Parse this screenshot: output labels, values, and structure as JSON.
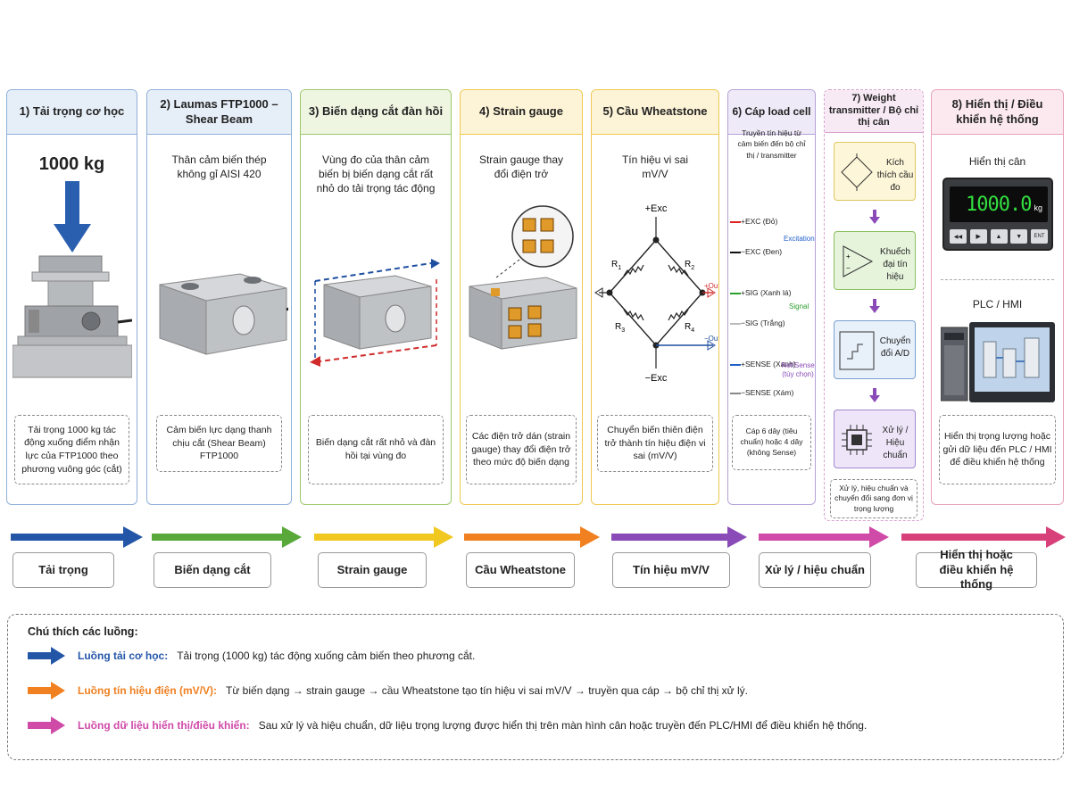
{
  "panels": [
    {
      "id": "1",
      "title": "1) Tải trọng cơ học",
      "weight_label": "1000 kg",
      "note": "Tải trọng 1000 kg tác động xuống điểm nhận lực của FTP1000 theo phương vuông góc (cắt)",
      "color": "#8fb0d8",
      "head_bg": "#e6eef8"
    },
    {
      "id": "2",
      "title": "2) Laumas FTP1000 – Shear Beam",
      "desc": "Thân cảm biến thép không gỉ AISI 420",
      "note": "Cảm biến lực dạng thanh chịu cắt (Shear Beam) FTP1000",
      "color": "#8fb0d8",
      "head_bg": "#e6eef8"
    },
    {
      "id": "3",
      "title": "3) Biến dạng cắt đàn hồi",
      "desc": "Vùng đo của thân cảm biến bị biến dạng cắt rất nhỏ do tải trọng tác động",
      "note": "Biến dạng cắt rất nhỏ và đàn hồi tại vùng đo",
      "color": "#9cc86a",
      "head_bg": "#eef6e2"
    },
    {
      "id": "4",
      "title": "4) Strain gauge",
      "desc": "Strain gauge thay đổi điện trở",
      "note": "Các điện trở dán (strain gauge) thay đổi điện trở theo mức độ biến dạng",
      "color": "#f0c850",
      "head_bg": "#fdf3d6"
    },
    {
      "id": "5",
      "title": "5) Cầu Wheatstone",
      "desc": "Tín hiệu vi sai mV/V",
      "note": "Chuyển biến thiên điện trở thành tín hiệu điện vi sai (mV/V)",
      "color": "#f0c850",
      "head_bg": "#fdf3d6"
    },
    {
      "id": "6",
      "title": "6) Cáp load cell",
      "desc": "Truyền tín hiệu từ cảm biến đến bộ chỉ thị / transmitter",
      "note": "Cáp 6 dây (tiêu chuẩn) hoặc 4 dây (không Sense)",
      "color": "#b4a2d8",
      "head_bg": "#efeaf8"
    },
    {
      "id": "7",
      "title": "7) Weight transmitter / Bộ chỉ thị cân",
      "note": "Xử lý, hiệu chuẩn và chuyển đổi sang đơn vị trọng lượng",
      "color": "#d8a2d0",
      "head_bg": "#f8eaf5"
    },
    {
      "id": "8",
      "title": "8) Hiển thị / Điều khiển hệ thống",
      "desc_top": "Hiển thị cân",
      "desc_mid": "PLC / HMI",
      "note": "Hiển thị trọng lượng hoặc gửi dữ liệu đến PLC / HMI để điều khiển hệ thống",
      "color": "#e8a2b8",
      "head_bg": "#fbe9ef"
    }
  ],
  "bridge": {
    "exc_plus": "+Exc",
    "exc_minus": "−Exc",
    "r1": "R",
    "r2": "R",
    "r3": "R",
    "r4": "R",
    "s1": "1",
    "s2": "2",
    "s3": "3",
    "s4": "4",
    "out_plus": "+Out",
    "out_minus": "−Out"
  },
  "cable": {
    "wires": [
      {
        "label": "+EXC (Đỏ)",
        "color": "#e02020"
      },
      {
        "label": "−EXC (Đen)",
        "color": "#111111"
      },
      {
        "label": "+SIG (Xanh lá)",
        "color": "#2ca02c"
      },
      {
        "label": "−SIG (Trắng)",
        "color": "#bbbbbb"
      },
      {
        "label": "+SENSE (Xanh)",
        "color": "#1f5fc8"
      },
      {
        "label": "−SENSE (Xám)",
        "color": "#888888"
      }
    ],
    "group_excitation": "Excitation",
    "group_signal": "Signal",
    "group_sense": "Ref/Sense (tùy chọn)"
  },
  "transmitter_steps": [
    {
      "label": "Kích thích cầu đo",
      "icon": "bridge-icon"
    },
    {
      "label": "Khuếch đại tín hiệu",
      "icon": "amplifier-icon"
    },
    {
      "label": "Chuyển đổi A/D",
      "icon": "adc-icon"
    },
    {
      "label": "Xử lý / Hiệu chuẩn",
      "icon": "cpu-icon"
    }
  ],
  "display": {
    "value": "1000.0",
    "unit": "kg",
    "keys": [
      "◀◀",
      "▶",
      "▲",
      "▼",
      "ENT"
    ]
  },
  "flow": [
    {
      "label": "Tải trọng",
      "color": "#2456a8"
    },
    {
      "label": "Biến dạng cắt",
      "color": "#58a83a"
    },
    {
      "label": "Strain gauge",
      "color": "#f0c820"
    },
    {
      "label": "Cầu Wheatstone",
      "color": "#f08020"
    },
    {
      "label": "Tín hiệu mV/V",
      "color": "#8a4ab8"
    },
    {
      "label": "Xử lý / hiệu chuẩn",
      "color": "#d04aa8"
    },
    {
      "label": "Hiển thị hoặc điều khiển hệ thống",
      "color": "#d8407a"
    }
  ],
  "legend": {
    "title": "Chú thích các luồng:",
    "rows": [
      {
        "name": "Luồng tải cơ học:",
        "text": "Tải trọng (1000 kg) tác động xuống cảm biến theo phương cắt.",
        "color": "#2456a8"
      },
      {
        "name": "Luồng tín hiệu điện (mV/V):",
        "text": "Từ biến dạng → strain gauge → cầu Wheatstone  tạo tín hiệu vi sai mV/V → truyền qua cáp → bộ chỉ thị xử lý.",
        "color": "#f08020"
      },
      {
        "name": "Luồng dữ liệu hiển thị/điều khiển:",
        "text": "Sau xử lý và hiệu chuẩn, dữ liệu trọng lượng được hiển thị trên màn hình cân hoặc truyền đến PLC/HMI để điều khiển  hệ thống.",
        "color": "#d04aa8"
      }
    ]
  }
}
